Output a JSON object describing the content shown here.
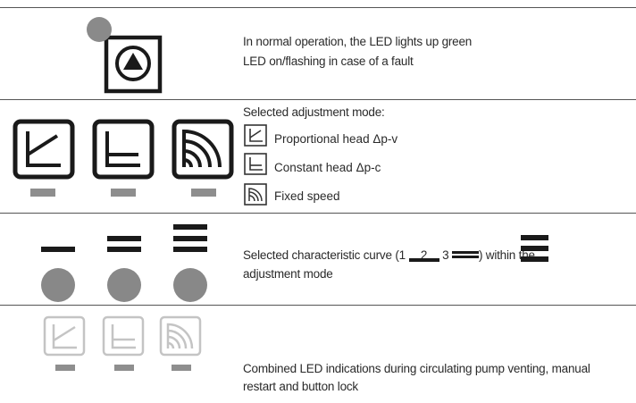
{
  "rows": {
    "led": {
      "line1": "In normal operation, the LED lights up green",
      "line2": "LED on/flashing in case of a fault",
      "icons": [
        "pump-symbol-icon",
        "status-led-icon"
      ],
      "led_color": "#8a8a8a"
    },
    "mode": {
      "heading": "Selected adjustment mode:",
      "options": [
        {
          "label": "Proportional head Δp-v",
          "icon": "proportional-head-icon"
        },
        {
          "label": "Constant head Δp-c",
          "icon": "constant-head-icon"
        },
        {
          "label": "Fixed speed",
          "icon": "fixed-speed-icon"
        }
      ]
    },
    "curve": {
      "line1_prefix": "Selected characteristic curve (1",
      "val2": "2",
      "val3": "3",
      "line1_suffix": ") within the",
      "line2": "adjustment mode",
      "led_color": "#888888"
    },
    "combined": {
      "line1": "Combined LED indications during circulating pump venting, manual",
      "line2": "restart and button lock"
    }
  },
  "colors": {
    "icon_dark": "#1a1a1a",
    "indicator_gray": "#8e8e8e",
    "faded": "#c4c4c4"
  }
}
